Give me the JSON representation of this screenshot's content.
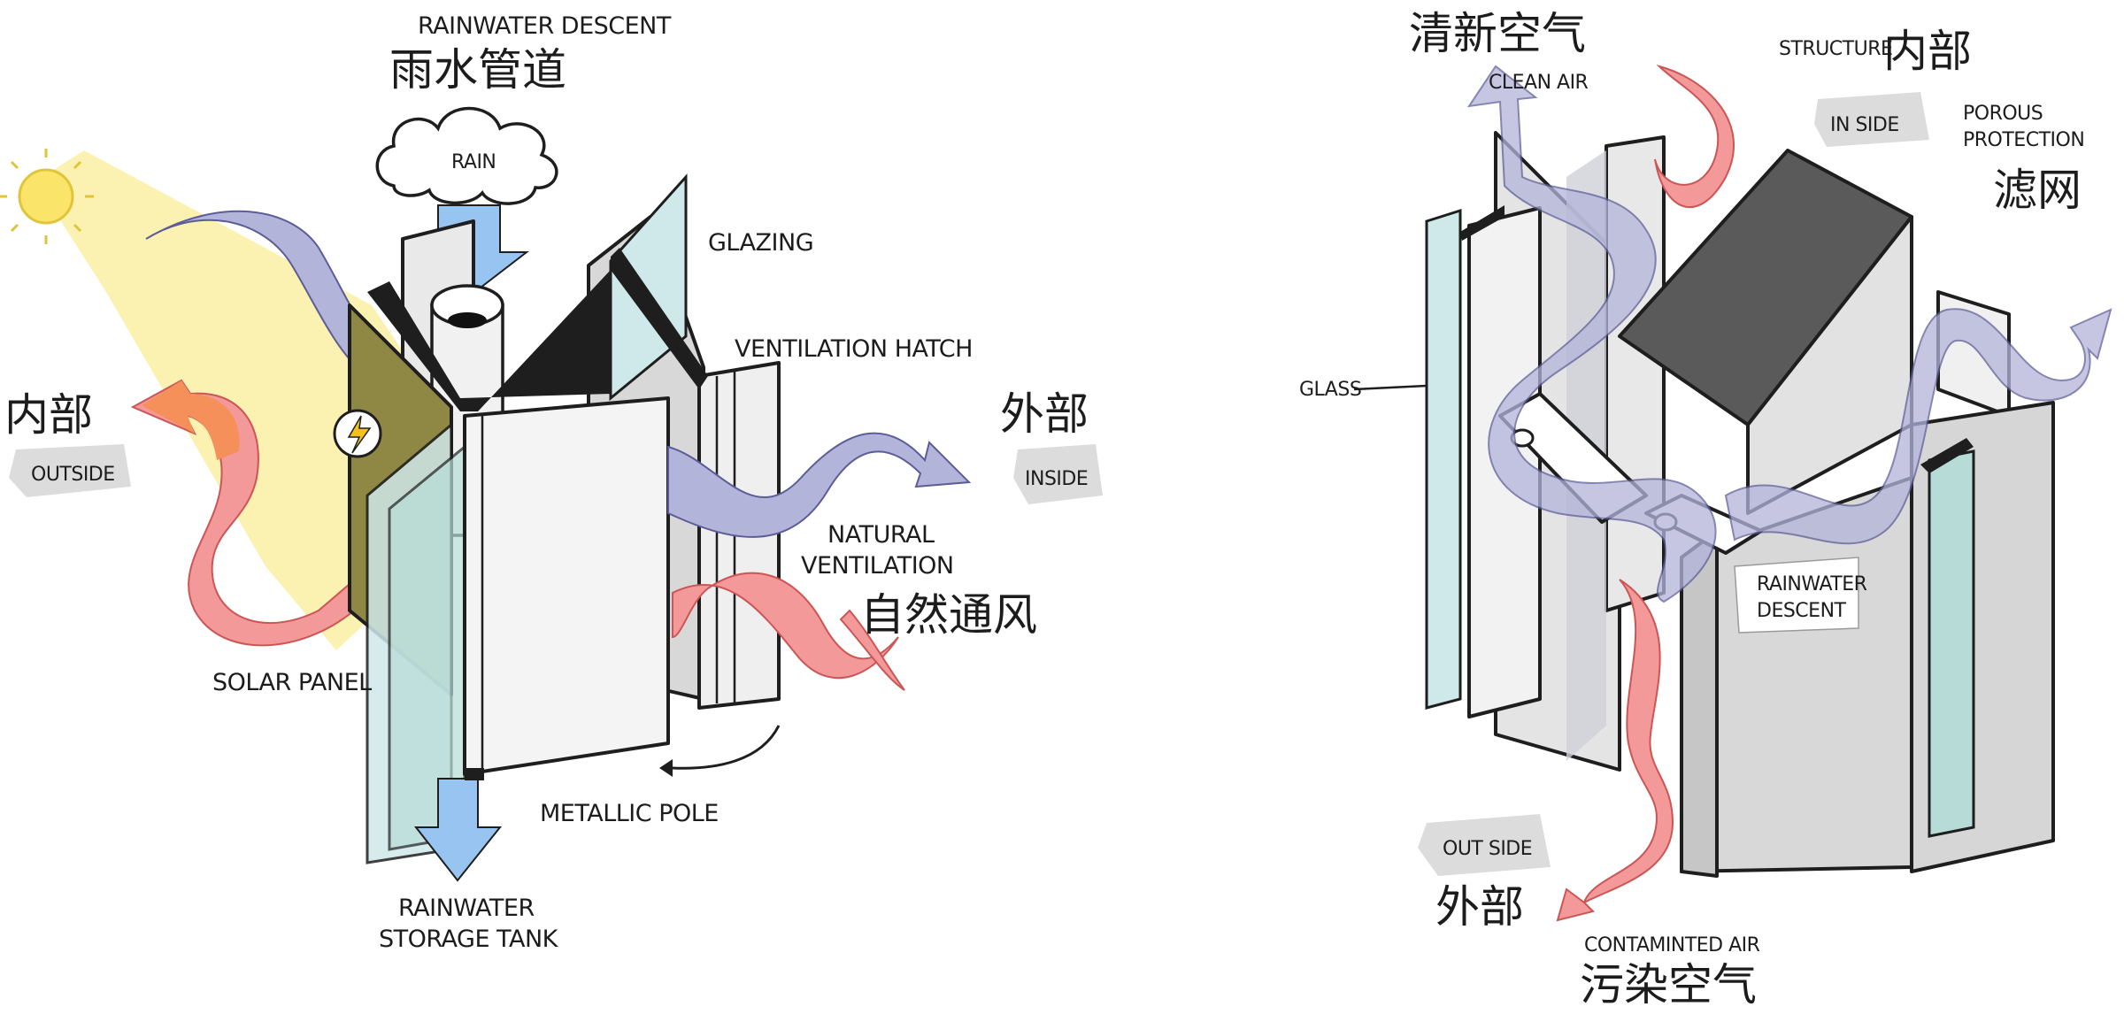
{
  "colors": {
    "sun_yellow": "#fbf0a8",
    "sun_stroke": "#e0c43a",
    "clean_air": "#b3b4da",
    "clean_air_stroke": "#5c5d98",
    "hot_air": "#f4999a",
    "hot_air_orange": "#f6905a",
    "rain_arrow": "#98c4f2",
    "solar_panel": "#8f8844",
    "glass": "#cfe8ea",
    "wall_grey": "#d6d6d6",
    "wall_light": "#f4f4f4",
    "roof_dark": "#5a5a5a",
    "badge_grey": "#dcdcdc"
  },
  "left_diagram": {
    "rainwater_descent_en": "RAINWATER DESCENT",
    "rainwater_descent_cn": "雨水管道",
    "rain": "RAIN",
    "glazing": "GLAZING",
    "ventilation_hatch": "VENTILATION HATCH",
    "inner_cn": "内部",
    "inner_badge": "OUTSIDE",
    "outer_cn": "外部",
    "outer_badge": "INSIDE",
    "natural_ventilation_line1": "NATURAL",
    "natural_ventilation_line2": "VENTILATION",
    "natural_ventilation_cn": "自然通风",
    "solar_panel": "SOLAR PANEL",
    "metallic_pole": "METALLIC POLE",
    "rainwater_storage_line1": "RAINWATER",
    "rainwater_storage_line2": "STORAGE TANK",
    "lightning_icon_name": "lightning-icon",
    "sun_icon_name": "sun-icon"
  },
  "right_diagram": {
    "clean_air_cn": "清新空气",
    "clean_air_en": "CLEAN AIR",
    "structure_en": "STRUCTURE",
    "inner_cn": "内部",
    "inside_badge": "IN SIDE",
    "porous_line1": "POROUS",
    "porous_line2": "PROTECTION",
    "filter_cn": "滤网",
    "glass": "GLASS",
    "rainwater_line1": "RAINWATER",
    "rainwater_line2": "DESCENT",
    "outside_badge": "OUT SIDE",
    "outer_cn": "外部",
    "contaminated_en": "CONTAMINTED AIR",
    "contaminated_cn": "污染空气"
  }
}
